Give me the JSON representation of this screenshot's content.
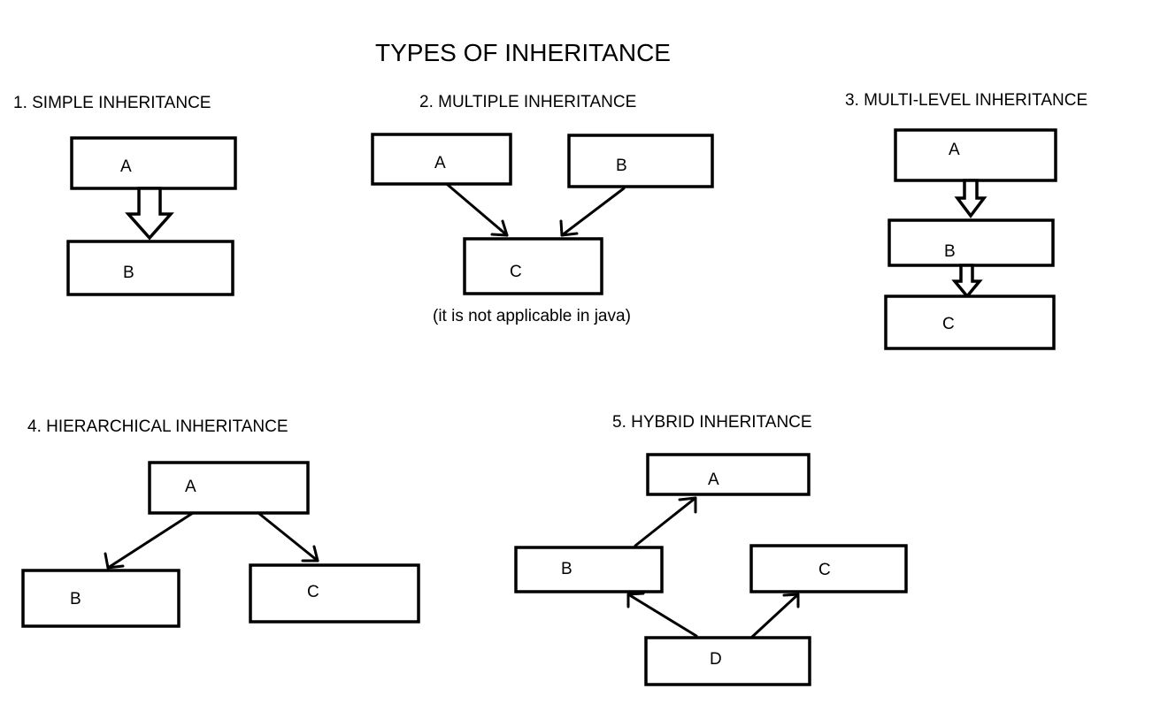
{
  "title": "TYPES OF INHERITANCE",
  "sections": {
    "simple": {
      "heading": "1. SIMPLE INHERITANCE",
      "nodes": [
        "A",
        "B"
      ]
    },
    "multiple": {
      "heading": "2. MULTIPLE INHERITANCE",
      "nodes": [
        "A",
        "B",
        "C"
      ],
      "note": "(it is not applicable in java)"
    },
    "multilevel": {
      "heading": "3. MULTI-LEVEL INHERITANCE",
      "nodes": [
        "A",
        "B",
        "C"
      ]
    },
    "hierarchical": {
      "heading": "4. HIERARCHICAL INHERITANCE",
      "nodes": [
        "A",
        "B",
        "C"
      ]
    },
    "hybrid": {
      "heading": "5. HYBRID INHERITANCE",
      "nodes": [
        "A",
        "B",
        "C",
        "D"
      ]
    }
  },
  "edges": {
    "simple": [
      [
        "A",
        "B"
      ]
    ],
    "multiple": [
      [
        "A",
        "C"
      ],
      [
        "B",
        "C"
      ]
    ],
    "multilevel": [
      [
        "A",
        "B"
      ],
      [
        "B",
        "C"
      ]
    ],
    "hierarchical": [
      [
        "A",
        "B"
      ],
      [
        "A",
        "C"
      ]
    ],
    "hybrid": [
      [
        "B",
        "A"
      ],
      [
        "D",
        "B"
      ],
      [
        "D",
        "C"
      ]
    ]
  }
}
